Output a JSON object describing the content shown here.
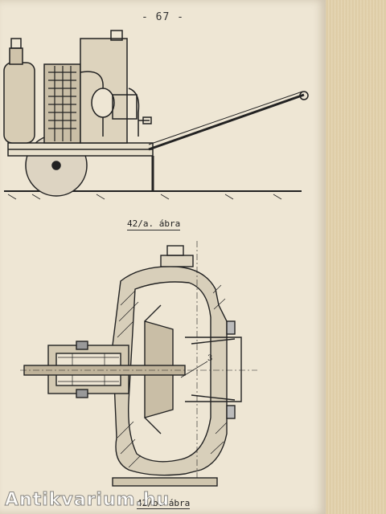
{
  "page_number": "- 67 -",
  "figures": {
    "top_caption": "42/a. ábra",
    "bottom_caption": "42/b. ábra",
    "callout_number": "3"
  },
  "watermark": "Antikvarium.hu"
}
